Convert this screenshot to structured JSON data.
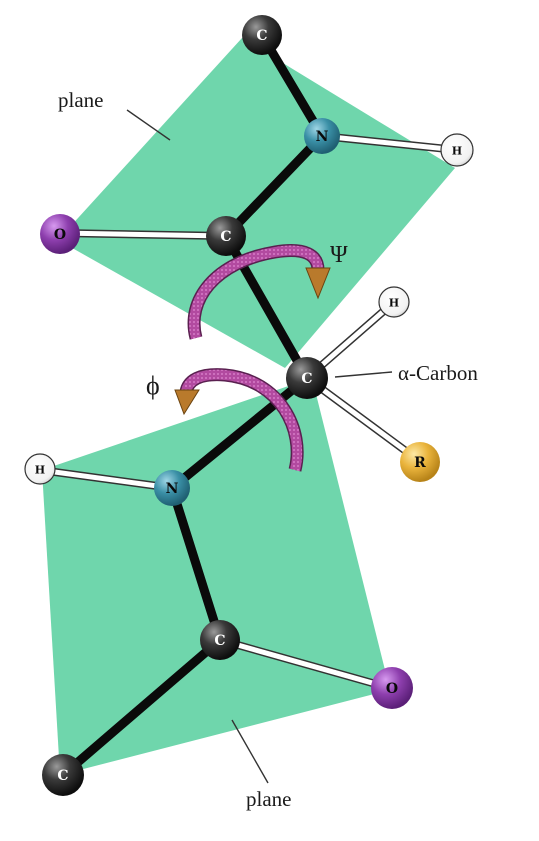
{
  "labels": {
    "plane_top": "plane",
    "plane_bottom": "plane",
    "psi": "Ψ",
    "phi": "ϕ",
    "alpha_carbon": "α-Carbon"
  },
  "atoms": {
    "c_top": "C",
    "n_top": "N",
    "h_top": "H",
    "o_top": "O",
    "c_carbonyl_top": "C",
    "h_alpha": "H",
    "c_alpha": "C",
    "r_group": "R",
    "h_bottom": "H",
    "n_bottom": "N",
    "c_carbonyl_bottom": "C",
    "o_bottom": "O",
    "c_bottom": "C"
  },
  "colors": {
    "plane": "#6fd6ac",
    "carbon": "#2a2a2a",
    "nitrogen": "#3a8fa6",
    "oxygen": "#8e3fae",
    "hydrogen": "#ffffff",
    "r_group": "#e8b23a",
    "arrow_band": "#b24aa0",
    "arrow_head": "#b97a2c"
  }
}
